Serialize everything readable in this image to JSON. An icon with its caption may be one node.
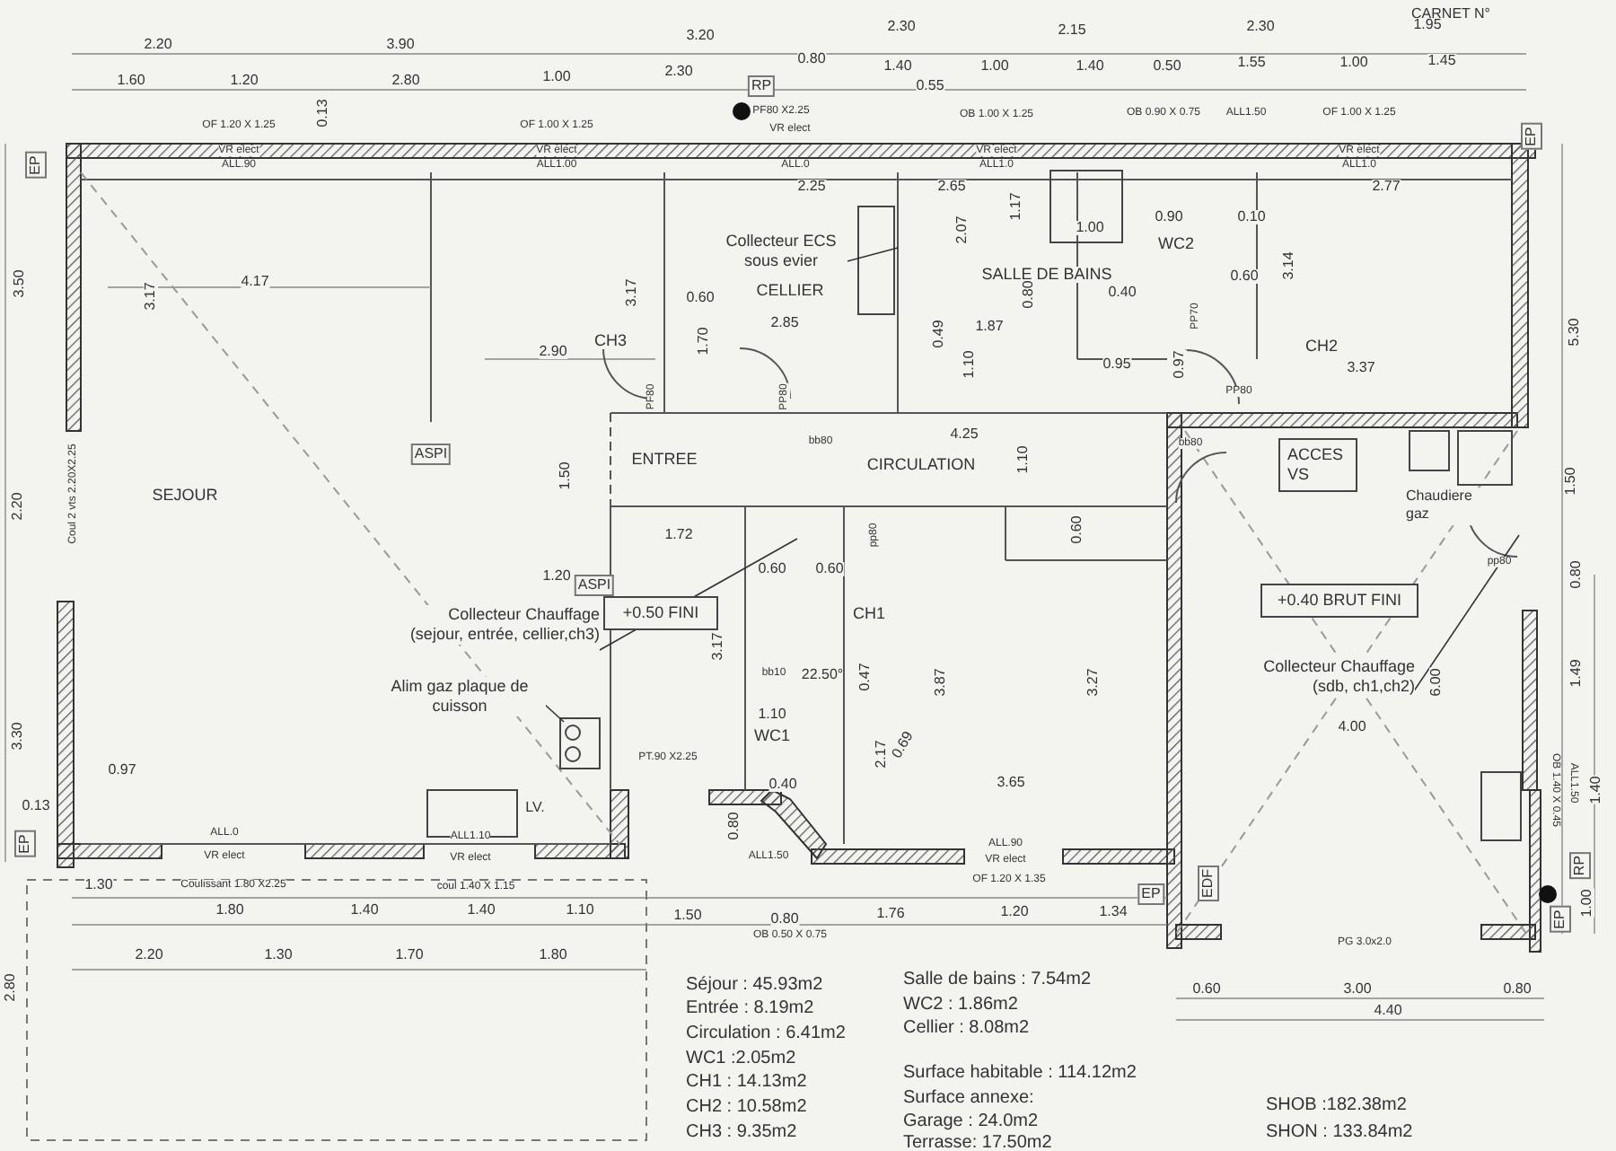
{
  "diagram": {
    "nodes": [
      {
        "text": [
          "+0.50 FINI"
        ]
      },
      {
        "text": [
          "+0.40 BRUT FINI"
        ]
      },
      {
        "text": [
          "ACCES VS"
        ]
      },
      {
        "text": [
          "Collecteur Chauffage (sejour, entrée, cellier,ch3)"
        ]
      },
      {
        "text": [
          "Collecteur Chauffage (sdb, ch1,ch2)"
        ]
      },
      {
        "text": [
          "Collecteur ECS sous evier"
        ]
      },
      {
        "text": [
          "Alim gaz plaque de cuisson"
        ]
      }
    ],
    "edges": [
      {
        "from": 3,
        "to": null,
        "arrow": "none"
      },
      {
        "from": 4,
        "to": null,
        "arrow": "none"
      },
      {
        "from": 5,
        "to": null,
        "arrow": "none"
      },
      {
        "from": 6,
        "to": null,
        "arrow": "none"
      }
    ],
    "labels": [
      "CARNET N°",
      "2.20",
      "3.90",
      "3.20",
      "2.30",
      "2.15",
      "2.30",
      "1.95",
      "1.60",
      "1.20",
      "2.80",
      "1.00",
      "2.30",
      "0.80",
      "1.40",
      "1.00",
      "1.40",
      "0.50",
      "1.55",
      "1.00",
      "1.45",
      "RP",
      "0.55",
      "0.13",
      "OF 1.20 X 1.25",
      "VR elect",
      "ALL.90",
      "OF 1.00 X 1.25",
      "VR elect",
      "ALL1.00",
      "PF80 X2.25",
      "VR elect",
      "ALL.0",
      "OB 1.00 X 1.25",
      "VR elect",
      "ALL1.0",
      "OB 0.90 X 0.75",
      "ALL1.50",
      "OF 1.00 X 1.25",
      "VR elect",
      "ALL1.0",
      "EP",
      "EP",
      "2.25",
      "2.65",
      "1.17",
      "2.77",
      "2.07",
      "1.00",
      "0.90",
      "0.10",
      "WC2",
      "0.60",
      "3.14",
      "SALLE DE BAINS",
      "0.80",
      "0.40",
      "0.49",
      "1.87",
      "1.10",
      "0.95",
      "0.97",
      "PP70",
      "CH2",
      "3.37",
      "PP80",
      "5.30",
      "3.50",
      "4.17",
      "3.17",
      "3.17",
      "0.60",
      "CELLIER",
      "2.85",
      "1.70",
      "CH3",
      "2.90",
      "PF80",
      "PP80",
      "ASPI",
      "4.25",
      "bb80",
      "CIRCULATION",
      "1.10",
      "ENTREE",
      "SEJOUR",
      "1.50",
      "2.20",
      "Coul 2 vts 2.20X2.25",
      "1.72",
      "0.60",
      "0.60",
      "1.20",
      "ASPI",
      "CH1",
      "pp80",
      "0.60",
      "bb80",
      "Chaudiere gaz",
      "pp80",
      "1.50",
      "0.80",
      "bb10",
      "22.50°",
      "0.47",
      "3.87",
      "3.27",
      "6.00",
      "1.49",
      "4.00",
      "1.10",
      "WC1",
      "2.17",
      "0.69",
      "3.65",
      "3.17",
      "3.30",
      "PT.90 X2.25",
      "0.97",
      "0.13",
      "0.40",
      "LV.",
      "ALL.0",
      "VR elect",
      "ALL1.10",
      "VR elect",
      "0.80",
      "ALL1.50",
      "ALL.90",
      "VR elect",
      "OF 1.20 X 1.35",
      "EP",
      "EDF",
      "OB 1.40 X 0.45",
      "ALL1.50",
      "1.40",
      "RP",
      "1.00",
      "EP",
      "PG 3.0x2.0",
      "EP",
      "1.30",
      "Coulissant 1.80 X2.25",
      "coul 1.40 X 1.15",
      "1.80",
      "1.40",
      "1.40",
      "1.10",
      "1.50",
      "0.80",
      "OB 0.50 X 0.75",
      "1.76",
      "1.20",
      "1.34",
      "2.20",
      "1.30",
      "1.70",
      "1.80",
      "2.80",
      "0.60",
      "3.00",
      "0.80",
      "4.40",
      "Séjour : 45.93m2",
      "Entrée : 8.19m2",
      "Circulation : 6.41m2",
      "WC1 :2.05m2",
      "CH1 : 14.13m2",
      "CH2 : 10.58m2",
      "CH3 : 9.35m2",
      "Salle de bains : 7.54m2",
      "WC2 : 1.86m2",
      "Cellier : 8.08m2",
      "Surface habitable : 114.12m2",
      "Surface annexe:",
      "Garage : 24.0m2",
      "Terrasse: 17.50m2",
      "SHOB :182.38m2",
      "SHON : 133.84m2"
    ]
  }
}
